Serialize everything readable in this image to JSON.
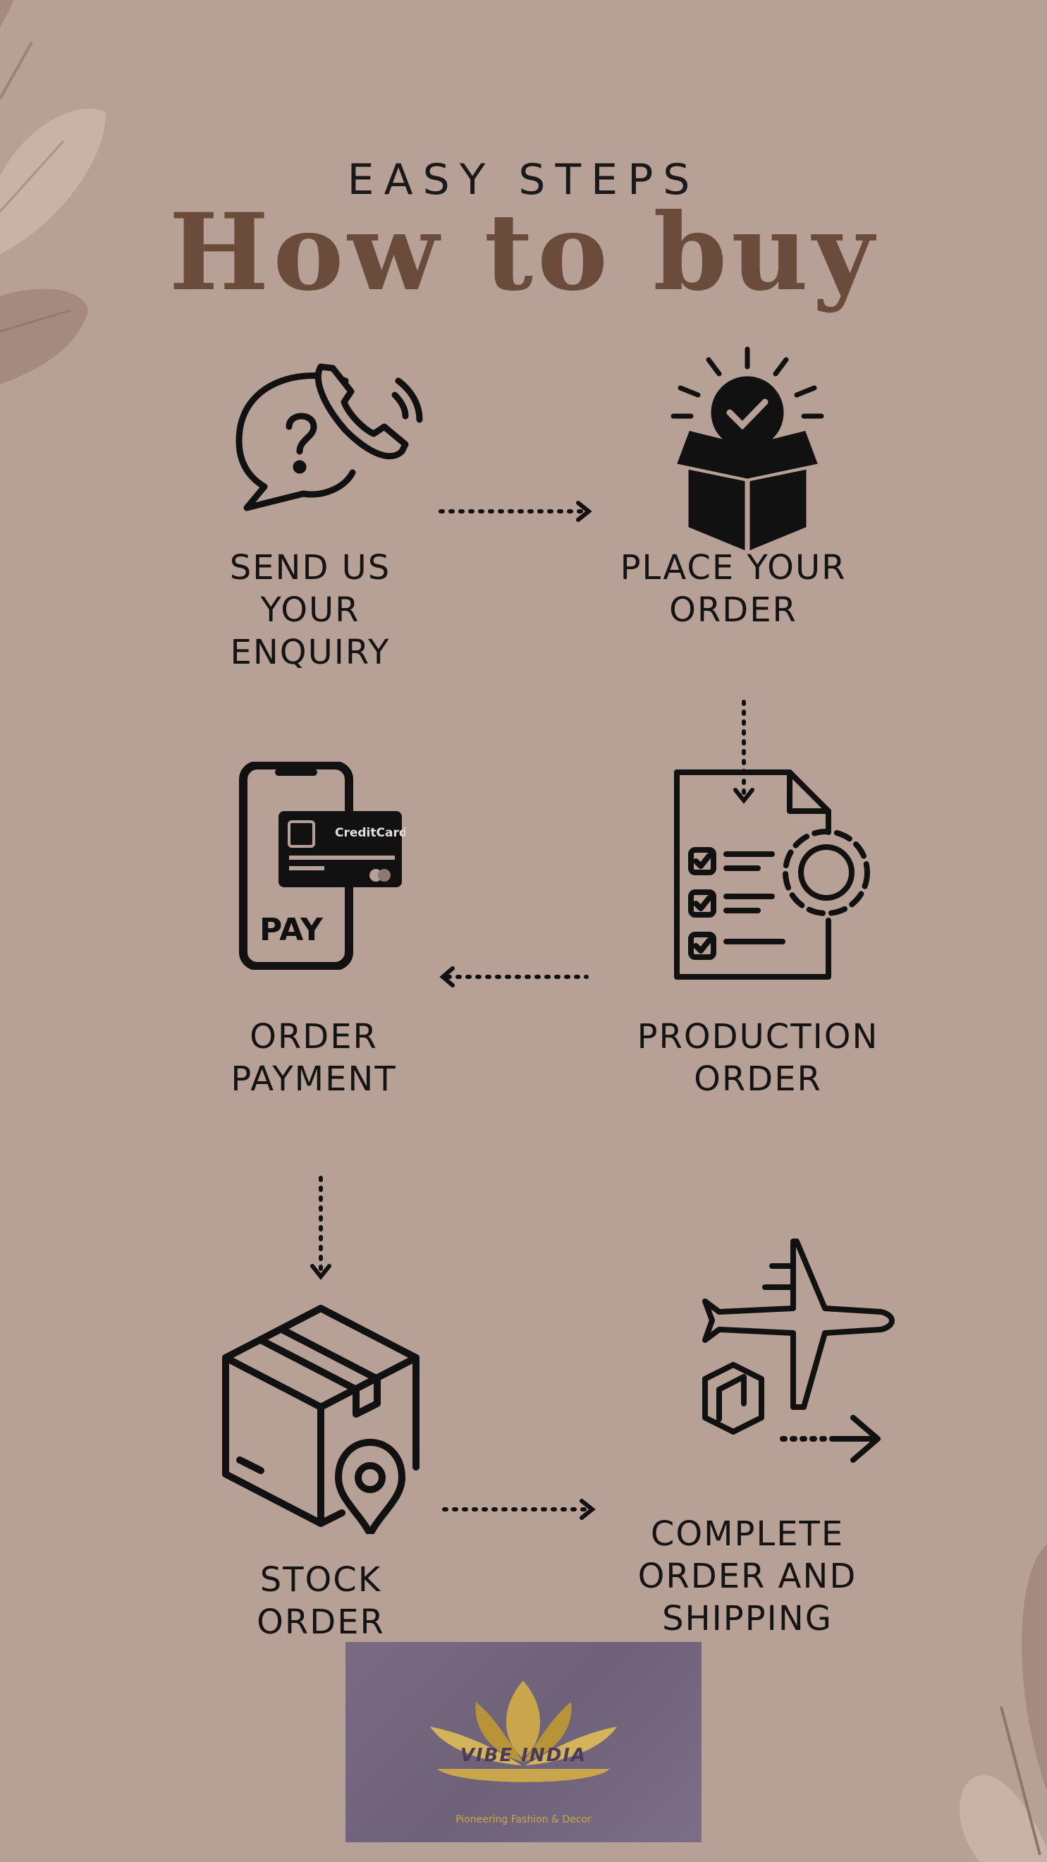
{
  "header": {
    "eyebrow": "EASY STEPS",
    "title": "How to buy"
  },
  "steps": [
    {
      "label": "SEND US\nYOUR\nENQUIRY",
      "icon": "phone-chat-icon"
    },
    {
      "label": "PLACE YOUR\nORDER",
      "icon": "box-check-icon"
    },
    {
      "label": "ORDER\nPAYMENT",
      "icon": "phone-pay-icon",
      "card_text": "CreditCard",
      "pay_text": "PAY"
    },
    {
      "label": "PRODUCTION\nORDER",
      "icon": "document-gear-icon"
    },
    {
      "label": "STOCK\nORDER",
      "icon": "box-location-icon"
    },
    {
      "label": "COMPLETE\nORDER AND\nSHIPPING",
      "icon": "plane-package-icon"
    }
  ],
  "logo": {
    "name": "VIBE INDIA",
    "tagline": "Pioneering Fashion & Decor"
  },
  "colors": {
    "background": "#b7a095",
    "title": "#6b4c3b",
    "ink": "#111111"
  }
}
